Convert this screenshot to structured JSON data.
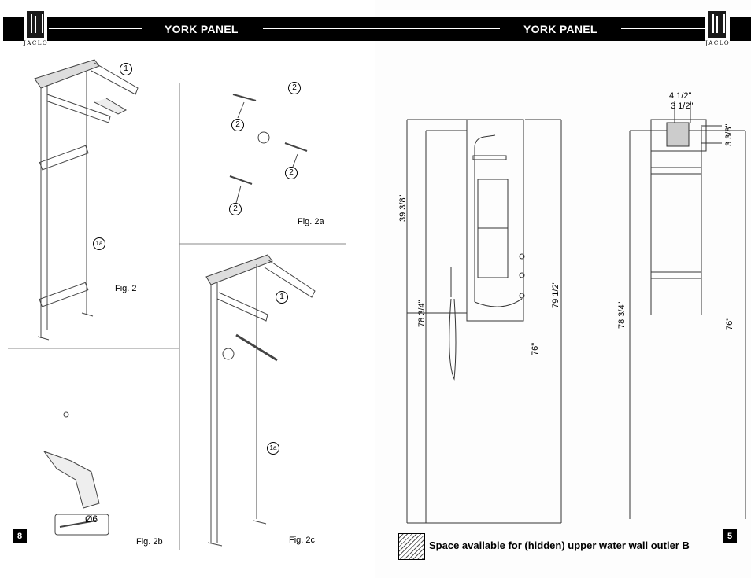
{
  "left_page": {
    "header_title": "YORK PANEL",
    "logo_text": "JACLO",
    "page_number": "8",
    "figures": {
      "fig2": "Fig. 2",
      "fig2a": "Fig. 2a",
      "fig2b": "Fig. 2b",
      "fig2c": "Fig. 2c"
    },
    "callouts": {
      "c1": "1",
      "c1a": "1a",
      "c2": "2",
      "c1a_2": "1a"
    },
    "drill_bit_label": "Ø6"
  },
  "right_page": {
    "header_title": "YORK PANEL",
    "logo_text": "JACLO",
    "page_number": "5",
    "dimensions": {
      "d39": "39 3/8\"",
      "d78a": "78 3/4\"",
      "d76a": "76\"",
      "d79": "79 1/2\"",
      "d4": "4 1/2\"",
      "d3": "3 1/2\"",
      "d33": "3 3/8\"",
      "d78b": "78 3/4\"",
      "d76b": "76\""
    },
    "legend": "Space available for (hidden) upper water wall outler B"
  }
}
